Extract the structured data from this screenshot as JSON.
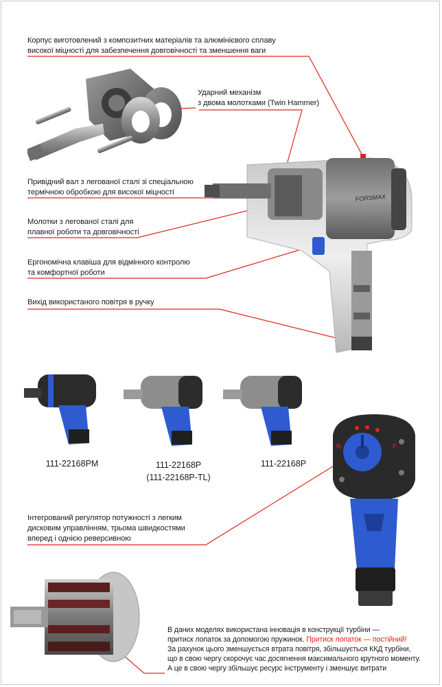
{
  "callouts": {
    "housing": {
      "line1": "Корпус виготовлений з композитних матеріалів та алюмінієвого сплаву",
      "line2": "високої міцності для забезпечення довговічності та зменшення ваги"
    },
    "hammer": {
      "line1": "Ударний механізм",
      "line2": "з двома молотками (Twin Hammer)"
    },
    "shaft": {
      "line1": "Привідний вал з легованої сталі зі спеціальною",
      "line2": "термічною обробкою для високої міцності"
    },
    "hammers": {
      "line1": "Молотки з легованої сталі для",
      "line2": "плавної роботи та довговічності"
    },
    "trigger": {
      "line1": "Ергономічна клавіша для відмінного контролю",
      "line2": "та комфортної роботи"
    },
    "exhaust": {
      "line1": "Вихід використаного повітря в ручку"
    },
    "regulator": {
      "line1": "Інтегрований регулятор потужності з легким",
      "line2": "дисковим управлінням, трьома швидкостями",
      "line3": "вперед і однією реверсивною"
    },
    "turbine": {
      "line1": "В даних моделях використана інновація в конструкції турбіни —",
      "line2": "притиск лопаток за допомогою пружинок.",
      "line2_highlight": "Притиск лопаток — постійний!",
      "line3": "За рахунок цього зменшується втрата повітря, збільшується ККД турбіни,",
      "line4": "що в свою чергу скорочує час досягнення максимального крутного моменту.",
      "line5": "А це в свою чергу збільшує ресурс інструменту і зменшує витрати"
    }
  },
  "models": [
    {
      "code": "111-22168PM",
      "alt": ""
    },
    {
      "code": "111-22168P",
      "alt": "(111-22168P-TL)"
    },
    {
      "code": "111-22168P",
      "alt": ""
    }
  ],
  "dial_labels": {
    "reverse": "R",
    "forward": "F"
  },
  "brand": "FORSMAX",
  "colors": {
    "leader_line": "#e2231a",
    "accent_blue": "#2f5bd0",
    "marker_red": "#e2231a"
  }
}
